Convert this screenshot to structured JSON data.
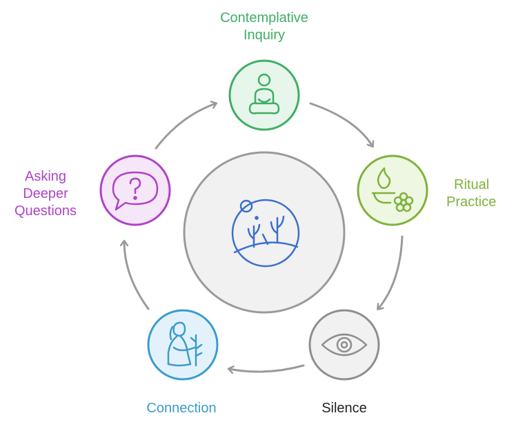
{
  "diagram": {
    "center": {
      "icon": "desert-landscape-icon"
    },
    "stages": [
      {
        "key": "contemplative-inquiry",
        "label_lines": [
          "Contemplative",
          "Inquiry"
        ],
        "icon": "meditating-person-icon",
        "color": "#3fae63",
        "fill": "#e6f6ea"
      },
      {
        "key": "ritual-practice",
        "label_lines": [
          "Ritual",
          "Practice"
        ],
        "icon": "candle-flame-flower-icon",
        "color": "#7fb23a",
        "fill": "#eef7e2"
      },
      {
        "key": "silence",
        "label_lines": [
          "Silence"
        ],
        "icon": "eye-icon",
        "color": "#8e8e8e",
        "fill": "#f1f1f1"
      },
      {
        "key": "connection",
        "label_lines": [
          "Connection"
        ],
        "icon": "person-with-plant-icon",
        "color": "#3a9ccd",
        "fill": "#e3f2fa"
      },
      {
        "key": "asking-deeper-questions",
        "label_lines": [
          "Asking",
          "Deeper",
          "Questions"
        ],
        "icon": "question-speech-bubble-icon",
        "color": "#ae42c7",
        "fill": "#f5e6f8"
      }
    ],
    "colors": {
      "connector": "#9a9a9a",
      "center_stroke": "#9a9a9a",
      "center_fill": "#f1f1f1",
      "center_icon": "#3a6fd0",
      "silence_label": "#222222"
    }
  }
}
